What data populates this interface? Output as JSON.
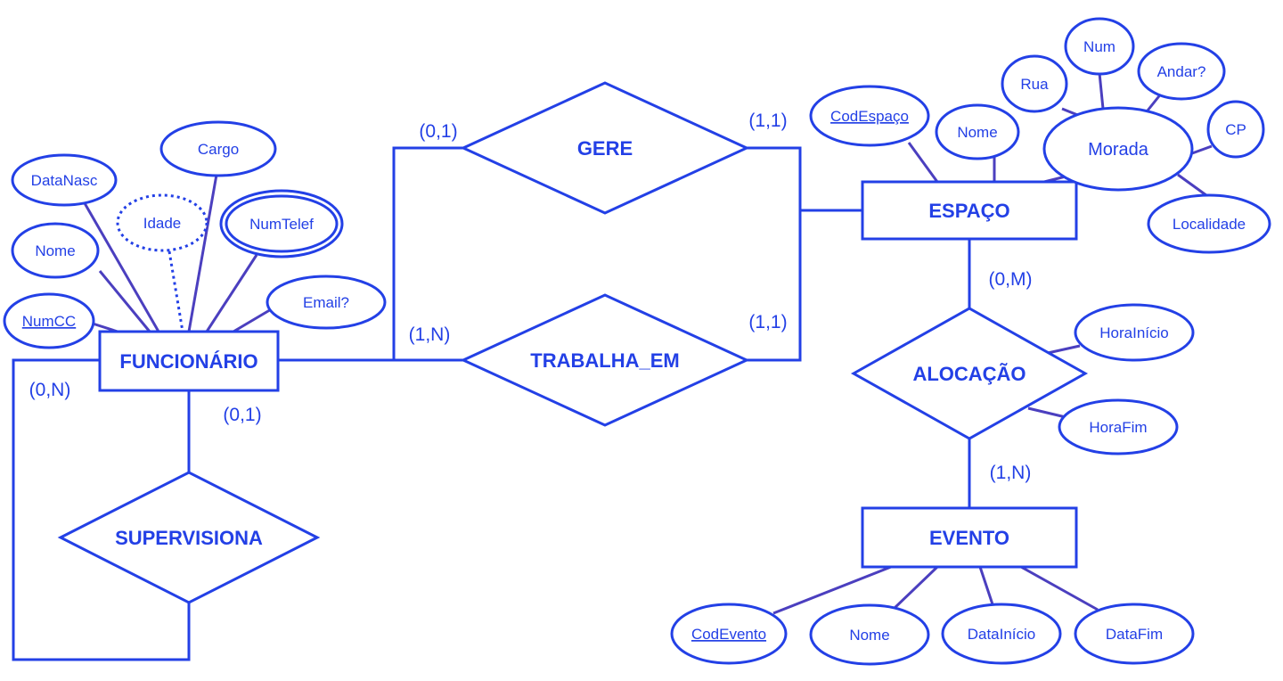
{
  "entities": {
    "funcionario": "FUNCIONÁRIO",
    "espaco": "ESPAÇO",
    "evento": "EVENTO"
  },
  "relationships": {
    "gere": "GERE",
    "trabalha_em": "TRABALHA_EM",
    "supervisiona": "SUPERVISIONA",
    "alocacao": "ALOCAÇÃO"
  },
  "attributes": {
    "funcionario": {
      "cargo": "Cargo",
      "datanasc": "DataNasc",
      "idade": "Idade",
      "numtelef": "NumTelef",
      "nome": "Nome",
      "email": "Email?",
      "numcc": "NumCC"
    },
    "espaco": {
      "codespaco": "CodEspaço",
      "nome": "Nome",
      "morada": "Morada",
      "rua": "Rua",
      "num": "Num",
      "andar": "Andar?",
      "cp": "CP",
      "localidade": "Localidade"
    },
    "alocacao": {
      "horainicio": "HoraInício",
      "horafim": "HoraFim"
    },
    "evento": {
      "codevento": "CodEvento",
      "nome": "Nome",
      "datainicio": "DataInício",
      "datafim": "DataFim"
    }
  },
  "cardinalities": {
    "gere_funcionario": "(0,1)",
    "gere_espaco": "(1,1)",
    "trabalha_funcionario": "(1,N)",
    "trabalha_espaco": "(1,1)",
    "supervisiona_left": "(0,N)",
    "supervisiona_right": "(0,1)",
    "alocacao_espaco": "(0,M)",
    "alocacao_evento": "(1,N)"
  },
  "colors": {
    "primary": "#2340e6",
    "attribute_line": "#4b3fbf",
    "background": "#ffffff"
  }
}
